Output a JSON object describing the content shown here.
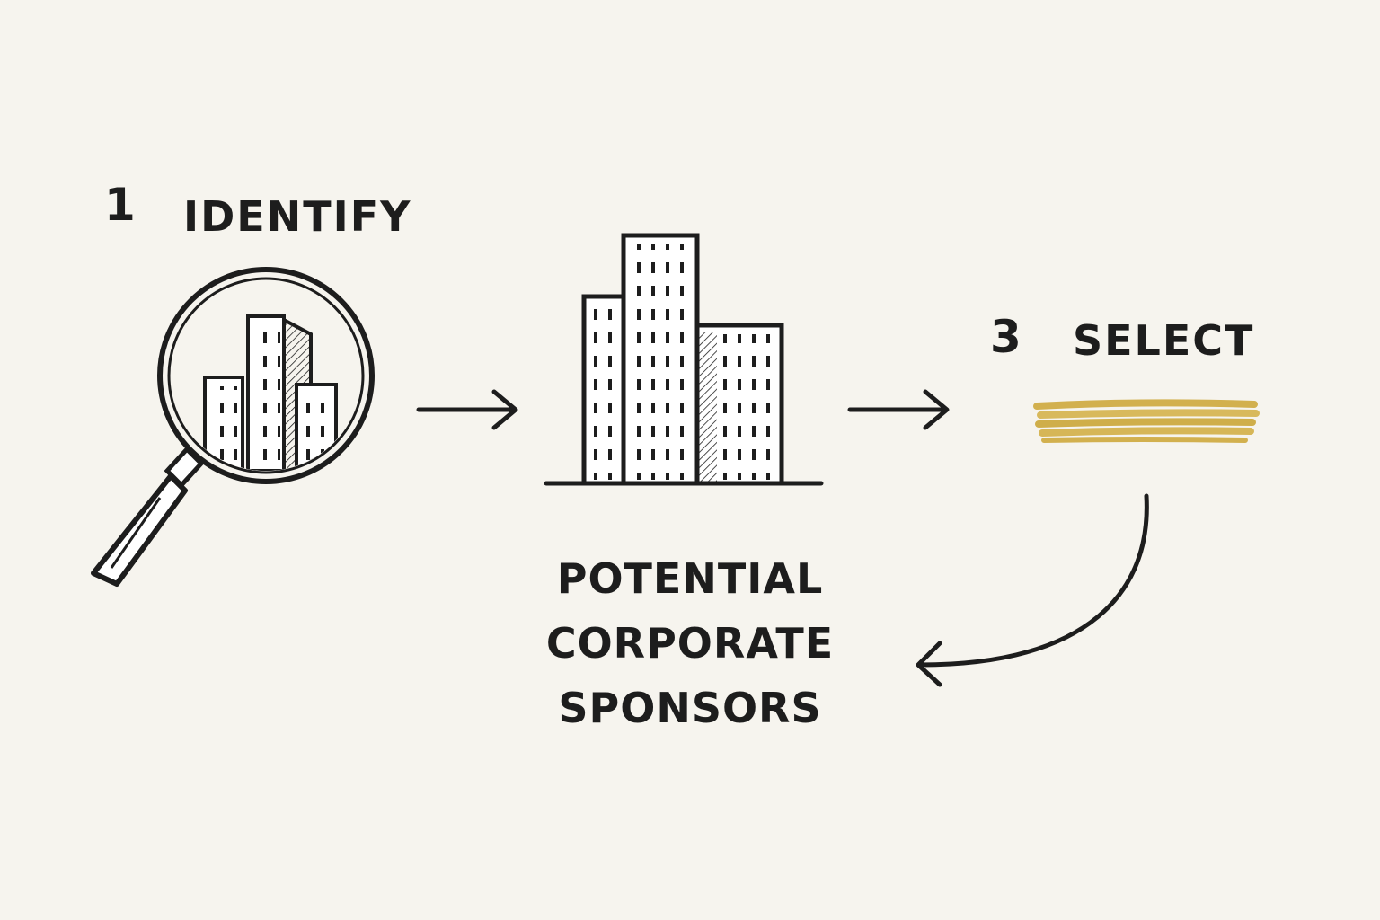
{
  "steps": [
    {
      "number": "1",
      "label": "IDENTIFY"
    },
    {
      "number": "3",
      "label": "SELECT"
    }
  ],
  "center_caption": [
    "POTENTIAL",
    "CORPORATE",
    "SPONSORS"
  ],
  "colors": {
    "background": "#f6f4ee",
    "ink": "#1d1d1d",
    "highlight": "#d2b04e"
  },
  "icons": [
    "magnifier-buildings-icon",
    "buildings-icon",
    "highlight-stroke-icon"
  ]
}
